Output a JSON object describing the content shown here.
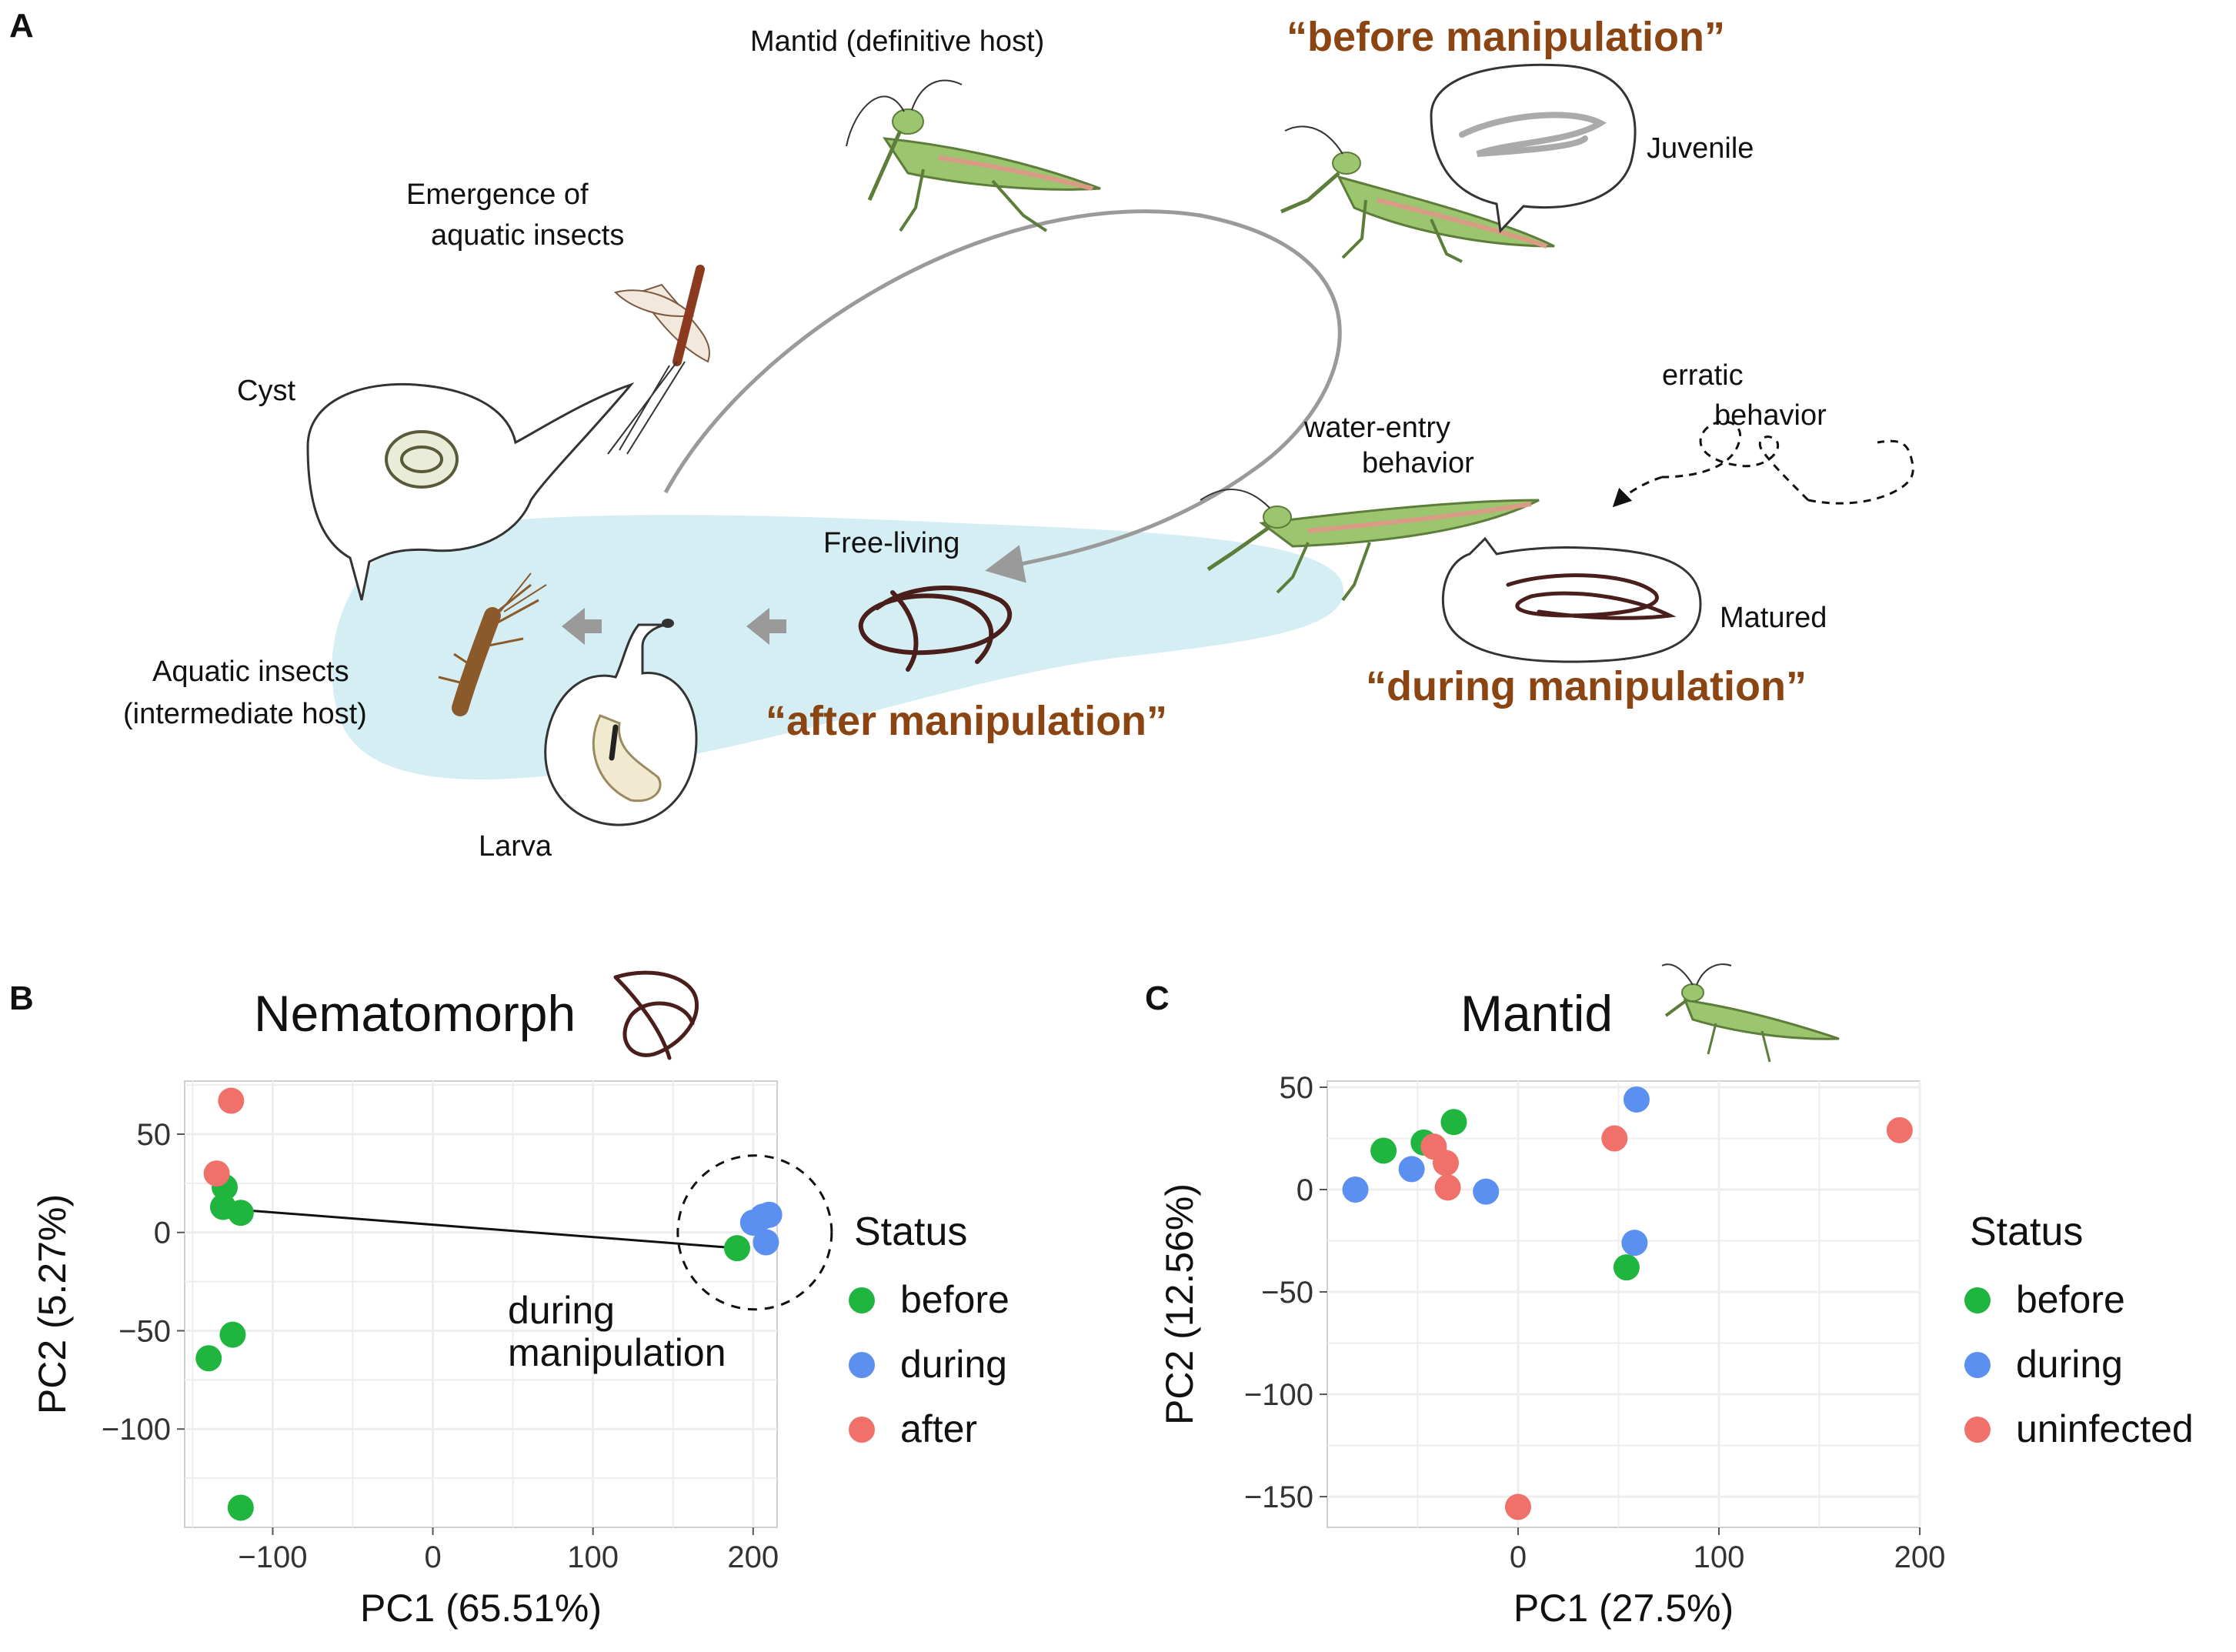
{
  "panels": {
    "a_letter": "A",
    "b_letter": "B",
    "c_letter": "C"
  },
  "diagram": {
    "mantid_definitive_host": "Mantid (definitive host)",
    "before_manipulation": "“before manipulation”",
    "juvenile": "Juvenile",
    "emergence_line1": "Emergence of",
    "emergence_line2": "aquatic insects",
    "cyst": "Cyst",
    "water_entry_line1": "water-entry",
    "water_entry_line2": "behavior",
    "erratic_line1": "erratic",
    "erratic_line2": "behavior",
    "free_living": "Free-living",
    "matured": "Matured",
    "during_manipulation": "“during manipulation”",
    "aquatic_insects_line1": "Aquatic insects",
    "aquatic_insects_line2": "(intermediate host)",
    "after_manipulation": "“after manipulation”",
    "larva": "Larva"
  },
  "colors": {
    "before": "#1fb53f",
    "during": "#5b8ff0",
    "after": "#f0706a",
    "manipulation_text": "#8b4513",
    "water": "#d4eef3",
    "mantid_green": "#9cc56f",
    "worm": "#4a1e1a"
  },
  "chart_data": [
    {
      "type": "scatter",
      "title": "Nematomorph",
      "xlabel": "PC1 (65.51%)",
      "ylabel": "PC2 (5.27%)",
      "xlim": [
        -155,
        215
      ],
      "ylim": [
        -150,
        77
      ],
      "xticks": [
        -100,
        0,
        100,
        200
      ],
      "yticks": [
        50,
        0,
        -50,
        -100
      ],
      "grid": true,
      "legend_title": "Status",
      "legend_position": "right",
      "series": [
        {
          "name": "before",
          "color": "#1fb53f",
          "points": [
            [
              -130,
              23
            ],
            [
              -131,
              13
            ],
            [
              -120,
              10
            ],
            [
              -125,
              -52
            ],
            [
              -140,
              -64
            ],
            [
              -120,
              -140
            ],
            [
              190,
              -8
            ]
          ]
        },
        {
          "name": "during",
          "color": "#5b8ff0",
          "points": [
            [
              200,
              5
            ],
            [
              206,
              8
            ],
            [
              210,
              9
            ],
            [
              208,
              -5
            ]
          ]
        },
        {
          "name": "after",
          "color": "#f0706a",
          "points": [
            [
              -126,
              67
            ],
            [
              -135,
              30
            ]
          ]
        }
      ],
      "annotation_line1": "during",
      "annotation_line2": "manipulation"
    },
    {
      "type": "scatter",
      "title": "Mantid",
      "xlabel": "PC1 (27.5%)",
      "ylabel": "PC2 (12.56%)",
      "xlim": [
        -95,
        200
      ],
      "ylim": [
        -165,
        53
      ],
      "xticks": [
        0,
        100,
        200
      ],
      "yticks": [
        50,
        0,
        -50,
        -100,
        -150
      ],
      "grid": true,
      "legend_title": "Status",
      "legend_position": "right",
      "series": [
        {
          "name": "before",
          "color": "#1fb53f",
          "points": [
            [
              -67,
              19
            ],
            [
              -47,
              23
            ],
            [
              -32,
              33
            ],
            [
              54,
              -38
            ]
          ]
        },
        {
          "name": "during",
          "color": "#5b8ff0",
          "points": [
            [
              -81,
              0
            ],
            [
              -53,
              10
            ],
            [
              -16,
              -1
            ],
            [
              58,
              -26
            ],
            [
              59,
              44
            ]
          ]
        },
        {
          "name": "uninfected",
          "color": "#f0706a",
          "points": [
            [
              -42,
              21
            ],
            [
              -36,
              13
            ],
            [
              -35,
              1
            ],
            [
              48,
              25
            ],
            [
              0,
              -155
            ],
            [
              190,
              29
            ]
          ]
        }
      ]
    }
  ]
}
